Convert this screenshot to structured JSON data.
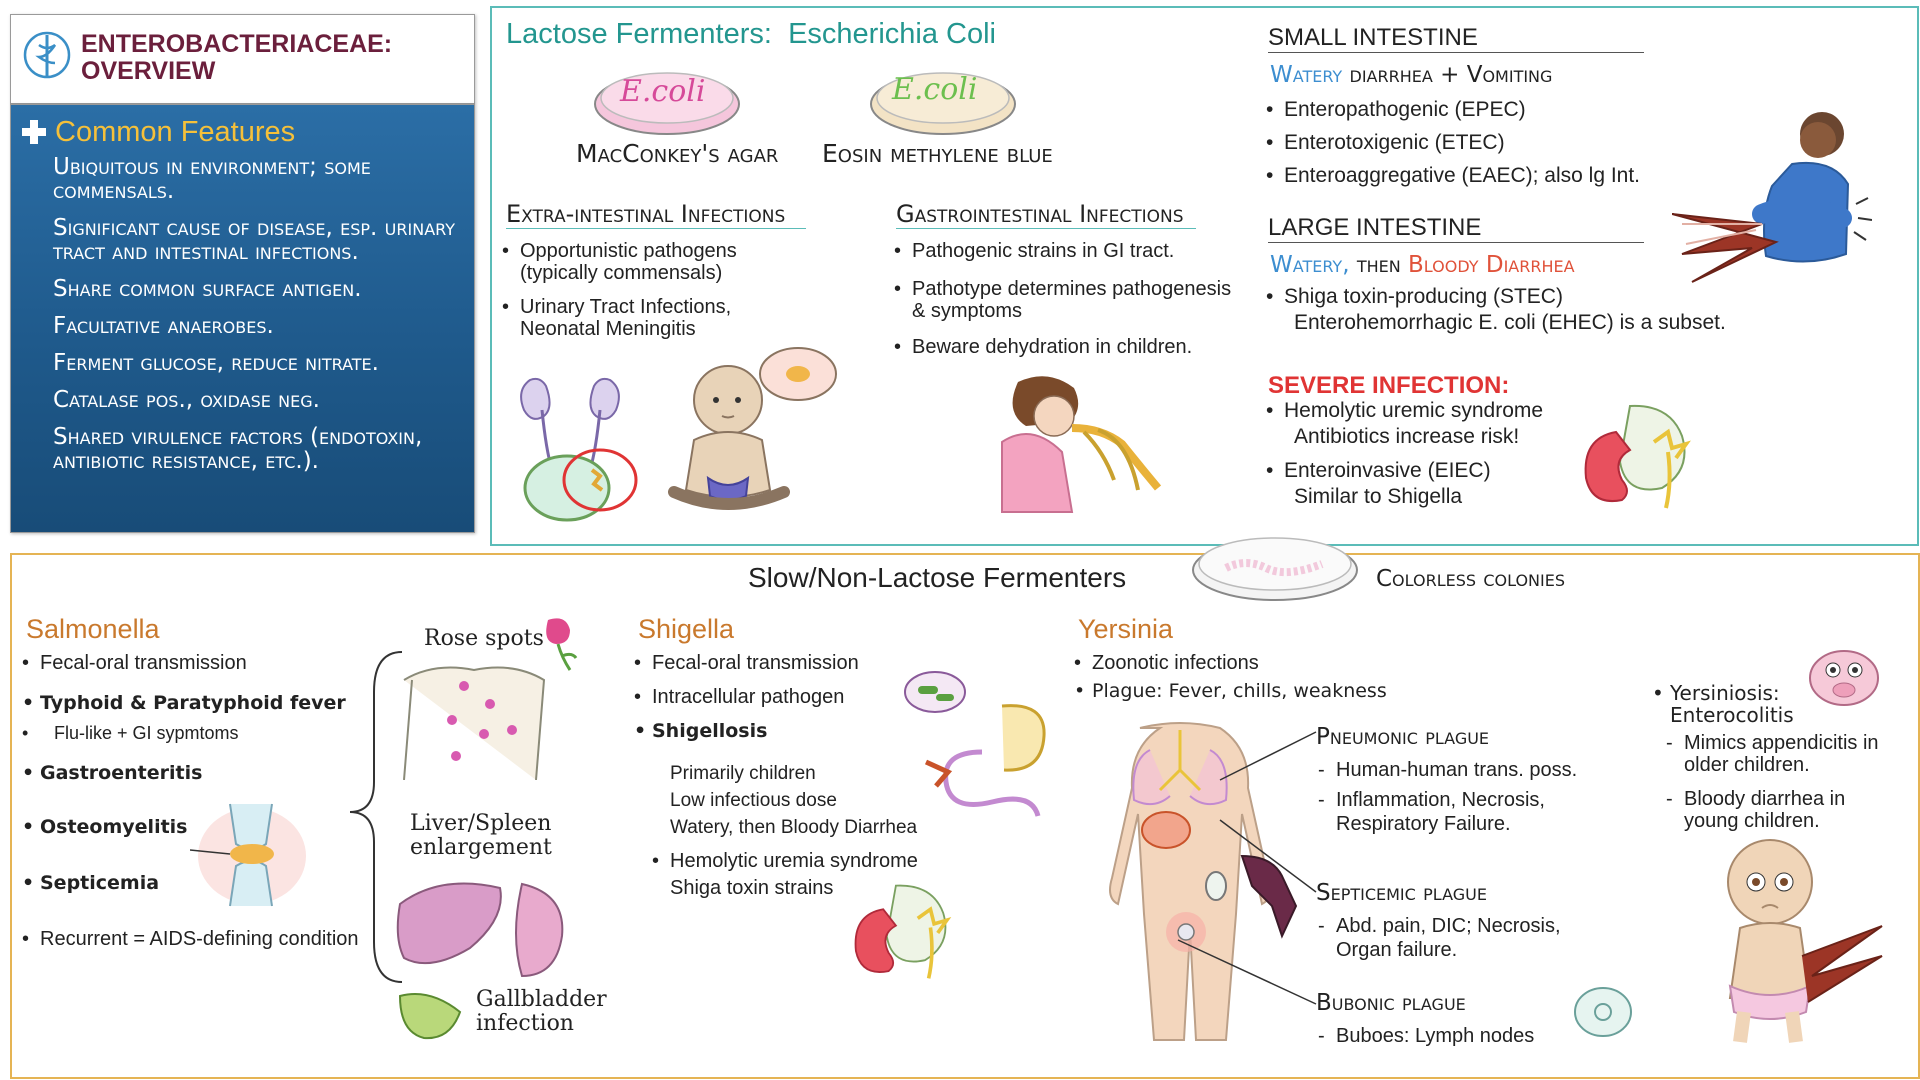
{
  "header": {
    "title_line1": "ENTEROBACTERIACEAE:",
    "title_line2": "OVERVIEW",
    "logo_icon": "caduceus-icon"
  },
  "common_features": {
    "heading": "Common Features",
    "items": [
      "Ubiquitous in environment; some commensals.",
      "Significant cause of disease, esp. urinary tract and intestinal infections.",
      "Share common surface antigen.",
      "Facultative anaerobes.",
      "Ferment glucose, reduce nitrate.",
      "Catalase pos., oxidase neg.",
      "Shared virulence factors (endotoxin, antibiotic resistance, etc.)."
    ]
  },
  "ecoli": {
    "title": "Lactose Fermenters:",
    "title_species": "Escherichia Coli",
    "dish_label": "E.coli",
    "macconkey": "MacConkey's agar",
    "emb": "Eosin methylene blue",
    "extra": {
      "heading": "Extra-intestinal Infections",
      "items": [
        "Opportunistic pathogens (typically commensals)",
        "Urinary Tract Infections, Neonatal Meningitis"
      ]
    },
    "gi": {
      "heading": "Gastrointestinal Infections",
      "items": [
        "Pathogenic strains in GI tract.",
        "Pathotype determines pathogenesis & symptoms",
        "Beware dehydration in children."
      ]
    },
    "small": {
      "heading": "SMALL INTESTINE",
      "sub_a": "Watery",
      "sub_b": "diarrhea +",
      "sub_c": "Vomiting",
      "items": [
        "Enteropathogenic (EPEC)",
        "Enterotoxigenic (ETEC)",
        "Enteroaggregative (EAEC); also lg Int."
      ]
    },
    "large": {
      "heading": "LARGE INTESTINE",
      "sub_a": "Watery,",
      "sub_b": "then",
      "sub_c": "Bloody Diarrhea",
      "item_1": "Shiga toxin-producing (STEC)",
      "item_1b": "Enterohemorrhagic E. coli (EHEC) is a subset."
    },
    "severe": {
      "heading": "SEVERE INFECTION:",
      "item_1": "Hemolytic uremic syndrome",
      "item_1b": "Antibiotics increase risk!",
      "item_2": "Enteroinvasive (EIEC)",
      "item_2b": "Similar to Shigella"
    }
  },
  "slow": {
    "title": "Slow/Non-Lactose Fermenters",
    "colorless": "Colorless colonies",
    "salmonella": {
      "heading": "Salmonella",
      "items": [
        "Fecal-oral transmission",
        "Typhoid & Paratyphoid fever",
        "Gastroenteritis",
        "Osteomyelitis",
        "Septicemia",
        "Recurrent = AIDS-defining condition"
      ],
      "flu": "Flu-like + GI sypmtoms",
      "rose": "Rose spots",
      "liver": "Liver/Spleen enlargement",
      "gall": "Gallbladder infection"
    },
    "shigella": {
      "heading": "Shigella",
      "items": [
        "Fecal-oral transmission",
        "Intracellular pathogen",
        "Shigellosis"
      ],
      "sub": [
        "Primarily children",
        "Low infectious dose",
        "Watery, then Bloody Diarrhea"
      ],
      "hus": "Hemolytic uremia syndrome",
      "hus_b": "Shiga toxin strains"
    },
    "yersinia": {
      "heading": "Yersinia",
      "items": [
        "Zoonotic infections",
        "Plague: Fever, chills, weakness"
      ],
      "pneumonic": "Pneumonic plague",
      "pneumonic_items": [
        "Human-human trans. poss.",
        "Inflammation, Necrosis, Respiratory Failure."
      ],
      "septicemic": "Septicemic plague",
      "septicemic_items": [
        "Abd. pain, DIC; Necrosis, Organ failure."
      ],
      "bubonic": "Bubonic plague",
      "bubonic_items": [
        "Buboes: Lymph nodes"
      ],
      "yersiniosis": "Yersiniosis: Enterocolitis",
      "yersiniosis_items": [
        "Mimics appendicitis in older children.",
        "Bloody diarrhea in young children."
      ]
    }
  }
}
